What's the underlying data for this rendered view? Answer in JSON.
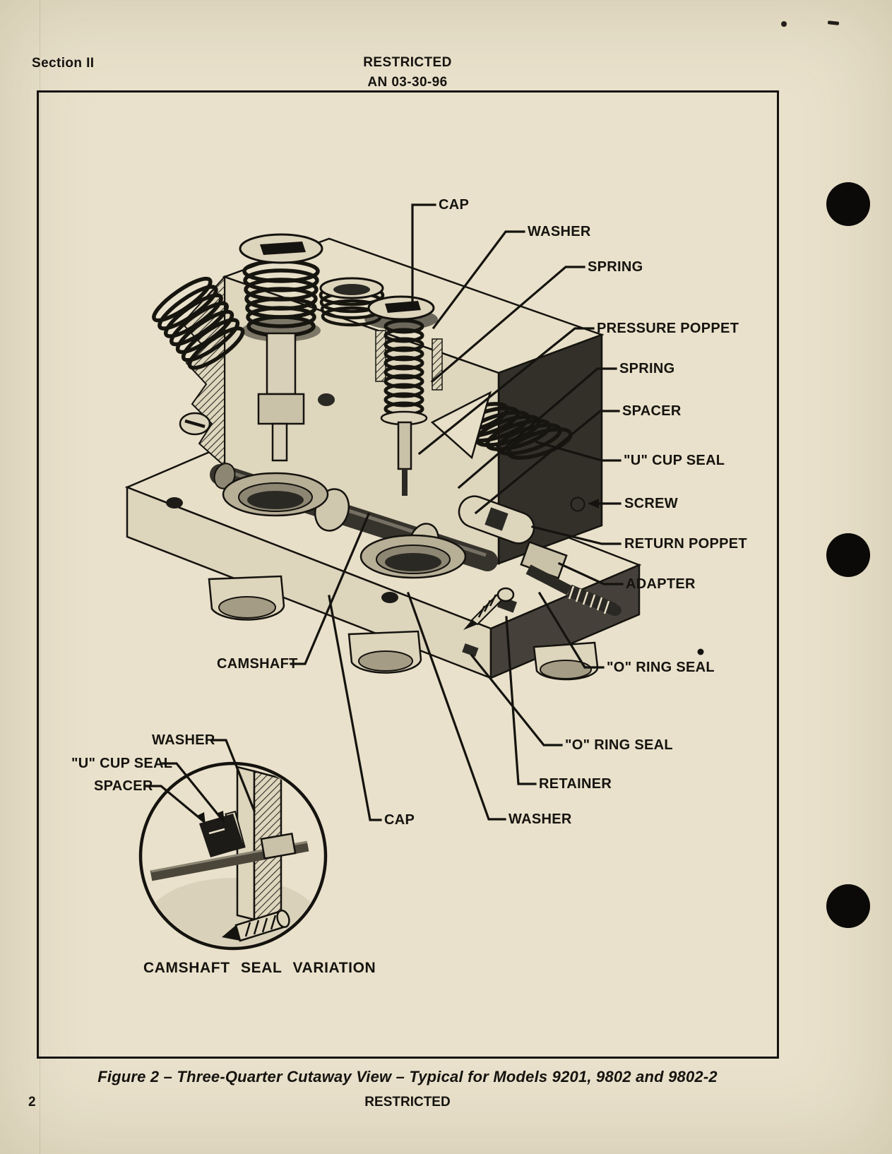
{
  "header": {
    "section": "Section II",
    "classification": "RESTRICTED",
    "doc_number": "AN 03-30-96"
  },
  "figure": {
    "callouts": {
      "cap_top": "CAP",
      "washer_top": "WASHER",
      "spring_top": "SPRING",
      "pressure_poppet": "PRESSURE POPPET",
      "spring_mid": "SPRING",
      "spacer": "SPACER",
      "u_cup_seal": "\"U\" CUP SEAL",
      "screw": "SCREW",
      "return_poppet": "RETURN POPPET",
      "adapter": "ADAPTER",
      "o_ring_seal_upper": "\"O\" RING SEAL",
      "o_ring_seal_lower": "\"O\" RING SEAL",
      "retainer": "RETAINER",
      "washer_bottom": "WASHER",
      "cap_bottom": "CAP",
      "camshaft": "CAMSHAFT"
    },
    "inset": {
      "washer": "WASHER",
      "u_cup_seal": "\"U\" CUP SEAL",
      "spacer": "SPACER",
      "caption": "CAMSHAFT SEAL VARIATION"
    },
    "caption": "Figure 2 – Three-Quarter Cutaway View – Typical for Models 9201, 9802 and 9802-2"
  },
  "footer": {
    "page_number": "2",
    "classification": "RESTRICTED"
  },
  "colors": {
    "paper": "#e9e1cb",
    "ink": "#15130f"
  }
}
